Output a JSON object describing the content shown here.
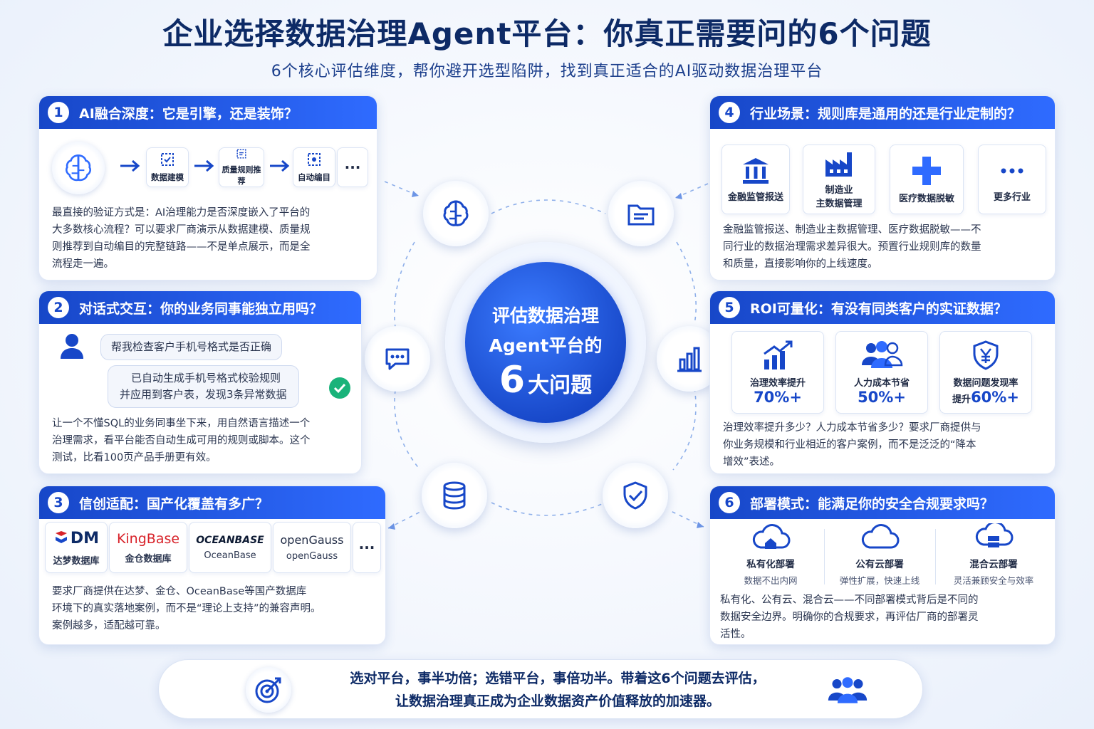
{
  "title": "企业选择数据治理Agent平台：你真正需要问的6个问题",
  "subtitle": "6个核心评估维度，帮你避开选型陷阱，找到真正适合的AI驱动数据治理平台",
  "center": {
    "line1": "评估数据治理",
    "line2": "Agent平台的",
    "big": "6",
    "line3": "大问题"
  },
  "q1": {
    "num": "1",
    "title": "AI融合深度：它是引擎，还是装饰？",
    "steps": [
      "数据建模",
      "质量规则推荐",
      "自动编目"
    ],
    "more": "···",
    "desc": [
      "最直接的验证方式是：AI治理能力是否深度嵌入了平台的",
      "大多数核心流程？可以要求厂商演示从数据建模、质量规",
      "则推荐到自动编目的完整链路——不是单点展示，而是全",
      "流程走一遍。"
    ]
  },
  "q2": {
    "num": "2",
    "title": "对话式交互：你的业务同事能独立用吗？",
    "user_msg": "帮我检查客户手机号格式是否正确",
    "bot_msg": [
      "已自动生成手机号格式校验规则",
      "并应用到客户表，发现3条异常数据"
    ],
    "desc": [
      "让一个不懂SQL的业务同事坐下来，用自然语言描述一个",
      "治理需求，看平台能否自动生成可用的规则或脚本。这个",
      "测试，比看100页产品手册更有效。"
    ]
  },
  "q3": {
    "num": "3",
    "title": "信创适配：国产化覆盖有多广？",
    "logos": [
      {
        "brand": "DM",
        "name": "达梦数据库"
      },
      {
        "brand": "KingBase",
        "name": "金仓数据库"
      },
      {
        "brand": "OCEANBASE",
        "name": "OceanBase"
      },
      {
        "brand": "openGauss",
        "name": "openGauss"
      }
    ],
    "more": "···",
    "desc": [
      "要求厂商提供在达梦、金仓、OceanBase等国产数据库",
      "环境下的真实落地案例，而不是“理论上支持”的兼容声明。",
      "案例越多，适配越可靠。"
    ]
  },
  "q4": {
    "num": "4",
    "title": "行业场景：规则库是通用的还是行业定制的？",
    "industries": [
      {
        "icon": "bank-icon",
        "label": [
          "金融监管报送"
        ]
      },
      {
        "icon": "factory-icon",
        "label": [
          "制造业",
          "主数据管理"
        ]
      },
      {
        "icon": "medical-cross-icon",
        "label": [
          "医疗数据脱敏"
        ]
      },
      {
        "icon": "more-icon",
        "label": [
          "更多行业"
        ]
      }
    ],
    "desc": [
      "金融监管报送、制造业主数据管理、医疗数据脱敏——不",
      "同行业的数据治理需求差异很大。预置行业规则库的数量",
      "和质量，直接影响你的上线速度。"
    ]
  },
  "q5": {
    "num": "5",
    "title": "ROI可量化：有没有同类客户的实证数据？",
    "metrics": [
      {
        "label": "治理效率提升",
        "prefix": "",
        "value": "70%+"
      },
      {
        "label": "人力成本节省",
        "prefix": "",
        "value": "50%+"
      },
      {
        "label": "数据问题发现率",
        "prefix": "提升",
        "value": "60%+"
      }
    ],
    "desc": [
      "治理效率提升多少？人力成本节省多少？要求厂商提供与",
      "你业务规模和行业相近的客户案例，而不是泛泛的“降本",
      "增效”表述。"
    ]
  },
  "q6": {
    "num": "6",
    "title": "部署模式：能满足你的安全合规要求吗？",
    "modes": [
      {
        "name": "私有化部署",
        "sub": "数据不出内网"
      },
      {
        "name": "公有云部署",
        "sub": "弹性扩展，快速上线"
      },
      {
        "name": "混合云部署",
        "sub": "灵活兼顾安全与效率"
      }
    ],
    "desc": [
      "私有化、公有云、混合云——不同部署模式背后是不同的",
      "数据安全边界。明确你的合规要求，再评估厂商的部署灵",
      "活性。"
    ]
  },
  "footer": {
    "line1": "选对平台，事半功倍；选错平台，事倍功半。带着这6个问题去评估，",
    "line2": "让数据治理真正成为企业数据资产价值释放的加速器。"
  },
  "colors": {
    "primary": "#1747c8",
    "accent": "#2f6bff",
    "title": "#0d2a66",
    "check": "#19b37a"
  }
}
